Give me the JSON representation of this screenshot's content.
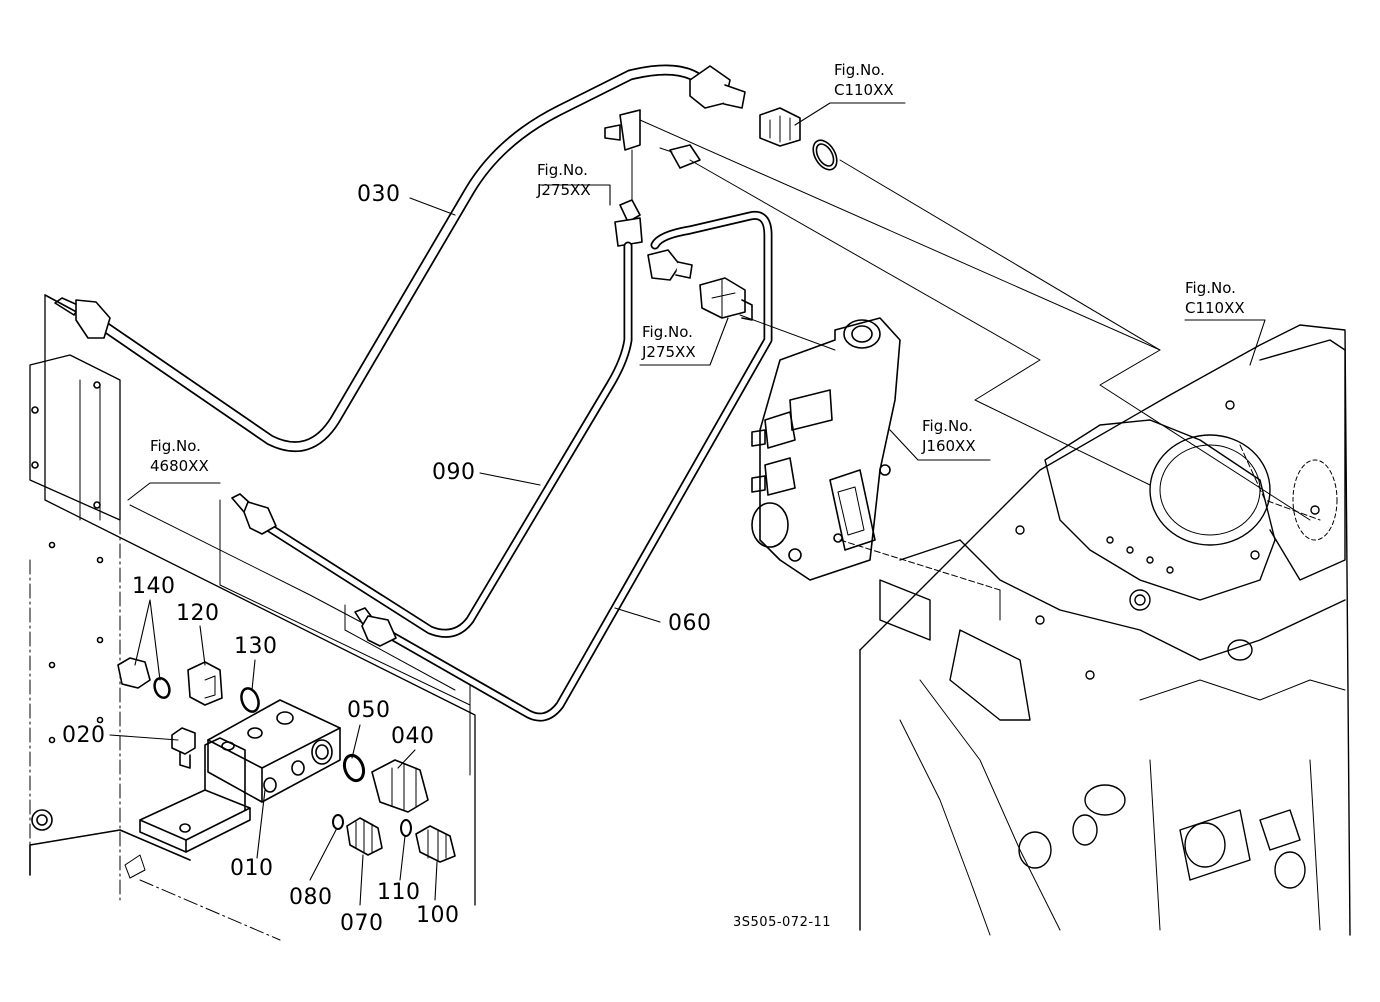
{
  "part_numbers": {
    "p010": "010",
    "p020": "020",
    "p030": "030",
    "p040": "040",
    "p050": "050",
    "p060": "060",
    "p070": "070",
    "p080": "080",
    "p090": "090",
    "p100": "100",
    "p110": "110",
    "p120": "120",
    "p130": "130",
    "p140": "140"
  },
  "figure_refs": {
    "c110_top": {
      "line1": "Fig.No.",
      "line2": "C110XX"
    },
    "j275_upper": {
      "line1": "Fig.No.",
      "line2": "J275XX"
    },
    "j275_lower": {
      "line1": "Fig.No.",
      "line2": "J275XX"
    },
    "c110_right": {
      "line1": "Fig.No.",
      "line2": "C110XX"
    },
    "j160": {
      "line1": "Fig.No.",
      "line2": "J160XX"
    },
    "f4680": {
      "line1": "Fig.No.",
      "line2": "4680XX"
    }
  },
  "document_id": "3S505-072-11",
  "colors": {
    "line": "#000000",
    "background": "#ffffff"
  }
}
